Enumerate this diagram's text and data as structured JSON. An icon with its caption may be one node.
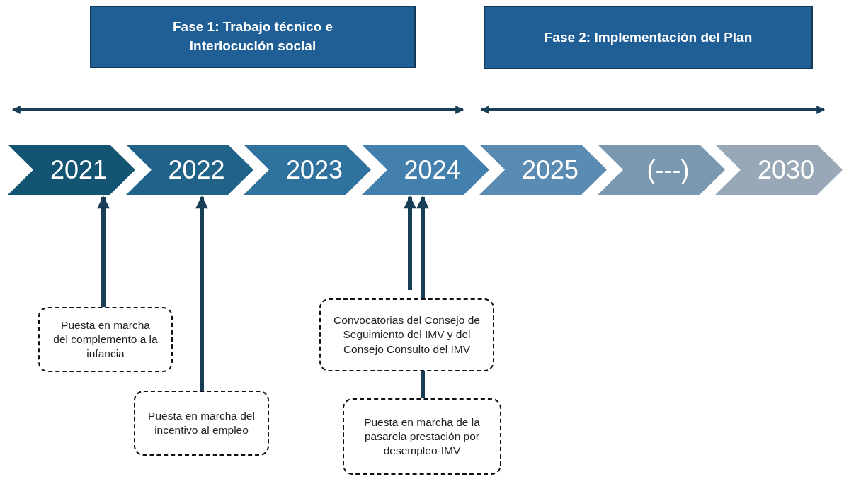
{
  "diagram": {
    "nodes": [
      {
        "text": [
          "Fase 1: Trabajo técnico e interlocución social"
        ]
      },
      {
        "text": [
          "Fase 2: Implementación del Plan"
        ]
      },
      {
        "text": [
          "2021"
        ]
      },
      {
        "text": [
          "2022"
        ]
      },
      {
        "text": [
          "2023"
        ]
      },
      {
        "text": [
          "2024"
        ]
      },
      {
        "text": [
          "2025"
        ]
      },
      {
        "text": [
          "(---)"
        ]
      },
      {
        "text": [
          "2030"
        ]
      },
      {
        "text": [
          "Puesta en marcha del complemento a la infancia"
        ]
      },
      {
        "text": [
          "Puesta en marcha del incentivo al empleo"
        ]
      },
      {
        "text": [
          "Convocatorias del Consejo de Seguimiento del IMV y del Consejo Consulto del IMV"
        ]
      },
      {
        "text": [
          "Puesta en marcha de la pasarela prestación por desempleo-IMV"
        ]
      }
    ],
    "edges": [
      {
        "from": 9,
        "to": 2,
        "arrow": "to"
      },
      {
        "from": 10,
        "to": 3,
        "arrow": "to"
      },
      {
        "from": 11,
        "to": 5,
        "arrow": "to"
      },
      {
        "from": 11,
        "to": 5,
        "arrow": "to"
      },
      {
        "from": 12,
        "to": 11,
        "arrow": "none"
      }
    ]
  }
}
